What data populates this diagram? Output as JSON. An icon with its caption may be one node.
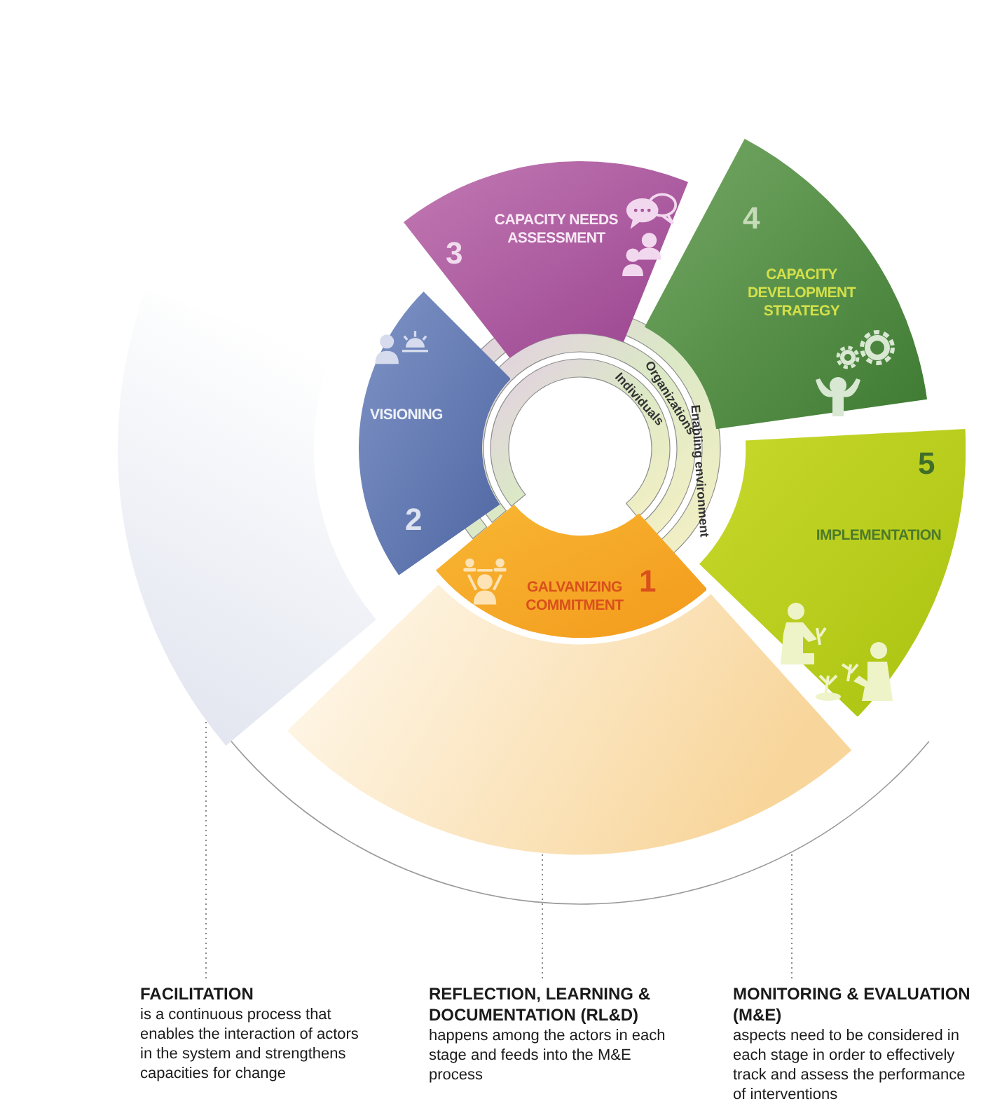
{
  "diagram": {
    "nodes": [
      {
        "text": [
          "GALVANIZING COMMITMENT",
          "1"
        ]
      },
      {
        "text": [
          "VISIONING",
          "2"
        ]
      },
      {
        "text": [
          "3",
          "CAPACITY NEEDS ASSESSMENT"
        ]
      },
      {
        "text": [
          "4",
          "CAPACITY DEVELOPMENT STRATEGY"
        ]
      },
      {
        "text": [
          "5",
          "IMPLEMENTATION"
        ]
      },
      {
        "text": [],
        "shape": "band"
      },
      {
        "text": [],
        "shape": "band"
      },
      {
        "text": [
          "FACILITATION",
          "is a continuous process that enables the interaction of actors in the system and strengthens capacities for change"
        ]
      },
      {
        "text": [
          "REFLECTION, LEARNING & DOCUMENTATION (RL&D)",
          "happens among the actors in each stage and feeds into the M&E process"
        ]
      },
      {
        "text": [
          "MONITORING & EVALUATION (M&E)",
          "aspects need to be considered in each stage in order to effectively track and assess the performance of interventions"
        ]
      }
    ],
    "edges": [
      {
        "from": 7,
        "to": 5,
        "arrow": "none",
        "style": "dashed"
      },
      {
        "from": 8,
        "to": 6,
        "arrow": "none",
        "style": "dashed"
      },
      {
        "from": 9,
        "to": null,
        "arrow": "none",
        "style": "dashed"
      }
    ],
    "labels": [
      "Enabling environment",
      "Organizations",
      "Individuals"
    ]
  }
}
